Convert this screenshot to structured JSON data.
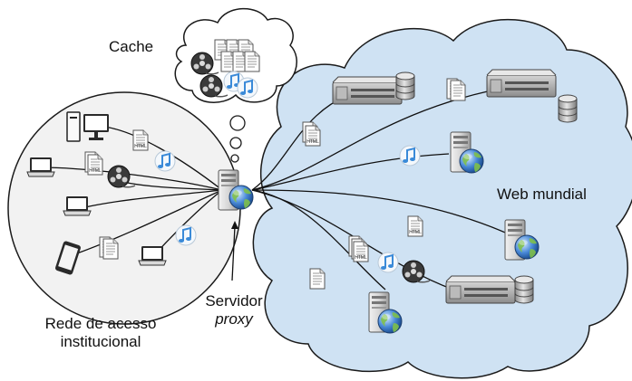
{
  "labels": {
    "cache": "Cache",
    "web_mundial": "Web mundial",
    "rede_line1": "Rede de acesso",
    "rede_line2": "institucional",
    "proxy_line1": "Servidor",
    "proxy_line2": "proxy"
  },
  "doc_text": "HTML",
  "colors": {
    "cloud_fill": "#cfe2f3",
    "lan_fill": "#f2f2f2",
    "outline": "#1a1a1a",
    "server_body": "#a9a9a9",
    "globe_blue": "#3a78c8",
    "music_blue": "#4a9bd8"
  },
  "icons": [
    "desktop-pc-icon",
    "laptop-icon",
    "tablet-icon",
    "server-icon",
    "rack-server-icon",
    "database-icon",
    "html-document-icon",
    "music-note-icon",
    "film-reel-icon",
    "globe-icon"
  ]
}
